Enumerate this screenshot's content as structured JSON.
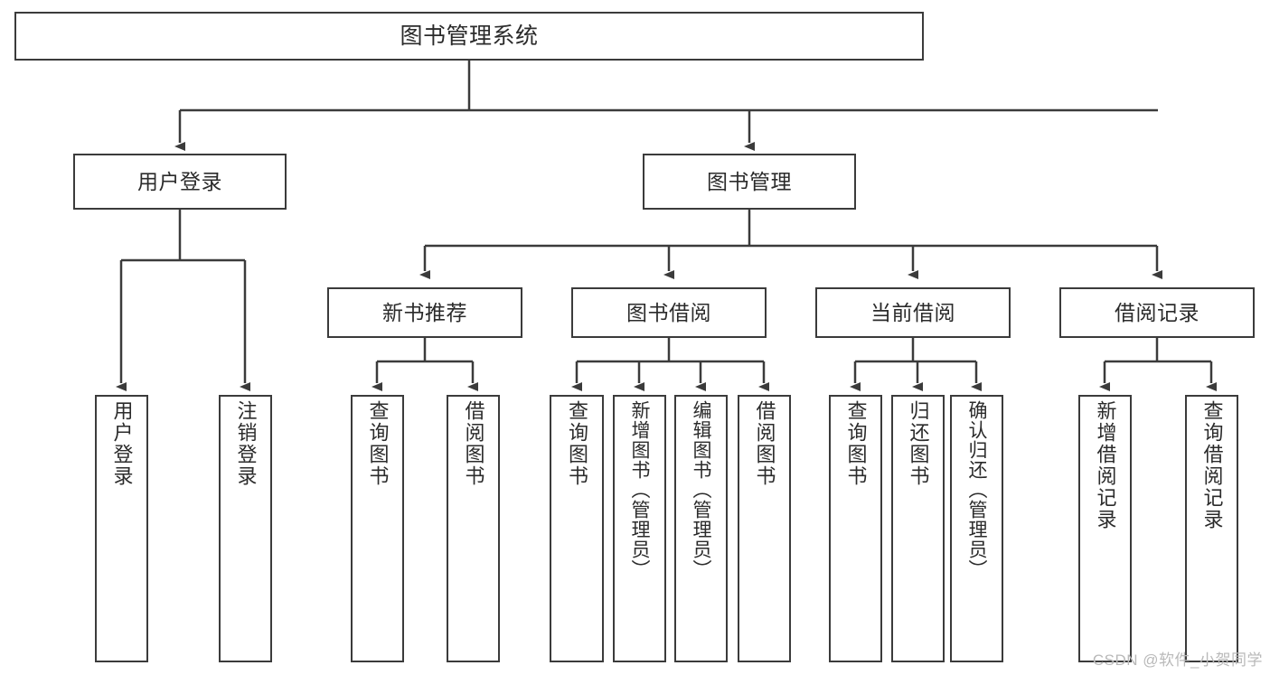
{
  "diagram": {
    "title": "图书管理系统",
    "type": "tree-hierarchy-chart",
    "root": {
      "id": "root",
      "label": "图书管理系统"
    },
    "level2": [
      {
        "id": "user-login",
        "label": "用户登录"
      },
      {
        "id": "book-manage",
        "label": "图书管理"
      }
    ],
    "level3": [
      {
        "id": "new-book-rec",
        "label": "新书推荐"
      },
      {
        "id": "book-borrow",
        "label": "图书借阅"
      },
      {
        "id": "current-borrow",
        "label": "当前借阅"
      },
      {
        "id": "borrow-record",
        "label": "借阅记录"
      }
    ],
    "leaves": [
      {
        "id": "leaf-user-login",
        "label": "用户登录",
        "parent": "user-login"
      },
      {
        "id": "leaf-user-logout",
        "label": "注销登录",
        "parent": "user-login"
      },
      {
        "id": "leaf-query-book-1",
        "label": "查询图书",
        "parent": "new-book-rec"
      },
      {
        "id": "leaf-borrow-book-1",
        "label": "借阅图书",
        "parent": "new-book-rec"
      },
      {
        "id": "leaf-query-book-2",
        "label": "查询图书",
        "parent": "book-borrow"
      },
      {
        "id": "leaf-add-book",
        "label": "新增图书（管理员）",
        "parent": "book-borrow"
      },
      {
        "id": "leaf-edit-book",
        "label": "编辑图书（管理员）",
        "parent": "book-borrow"
      },
      {
        "id": "leaf-borrow-book-2",
        "label": "借阅图书",
        "parent": "book-borrow"
      },
      {
        "id": "leaf-query-book-3",
        "label": "查询图书",
        "parent": "current-borrow"
      },
      {
        "id": "leaf-return-book",
        "label": "归还图书",
        "parent": "current-borrow"
      },
      {
        "id": "leaf-confirm-return",
        "label": "确认归还（管理员）",
        "parent": "current-borrow"
      },
      {
        "id": "leaf-add-record",
        "label": "新增借阅记录",
        "parent": "borrow-record"
      },
      {
        "id": "leaf-query-record",
        "label": "查询借阅记录",
        "parent": "borrow-record"
      }
    ],
    "watermark": "CSDN @软件_小贺同学",
    "colors": {
      "border": "#3b3b3b",
      "background": "#ffffff",
      "text": "#2b2b2b",
      "watermark": "#b9b9b9"
    }
  }
}
